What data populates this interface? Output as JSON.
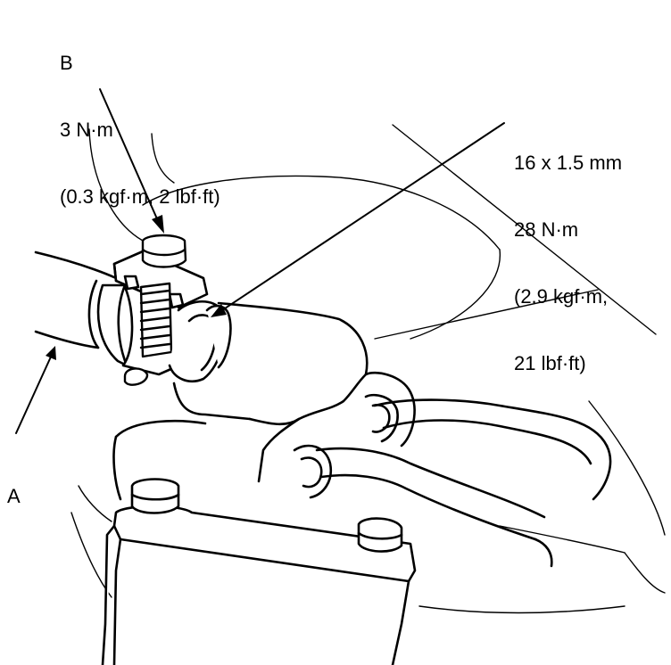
{
  "callout_b": {
    "letter": "B",
    "torque": "3 N·m",
    "torque_alt": "(0.3 kgf·m, 2 lbf·ft)"
  },
  "callout_bolt": {
    "size": "16 x 1.5 mm",
    "torque": "28 N·m",
    "torque_alt_1": "(2.9 kgf·m,",
    "torque_alt_2": "21 lbf·ft)"
  },
  "callout_a": {
    "letter": "A"
  },
  "colors": {
    "line": "#000000",
    "background": "#ffffff"
  }
}
